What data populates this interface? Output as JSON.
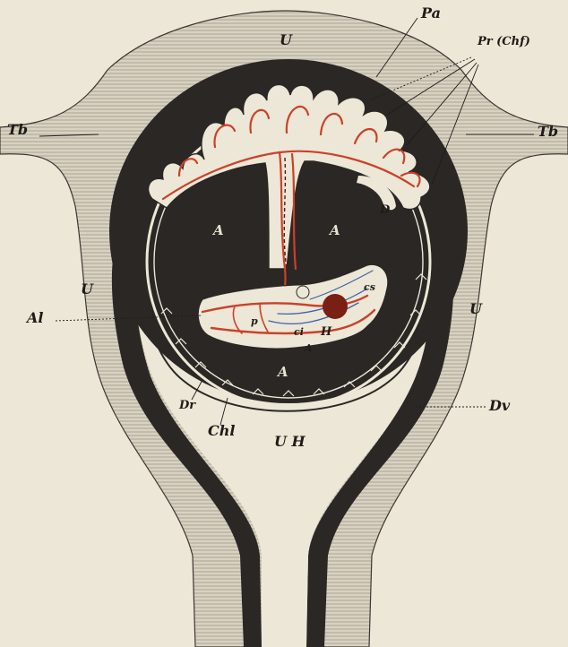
{
  "labels": {
    "Pa": "Pa",
    "PrChf": "Pr (Chf)",
    "U_top": "U",
    "Tb_left": "Tb",
    "Tb_right": "Tb",
    "U_left": "U",
    "U_right": "U",
    "A_left": "A",
    "A_right": "A",
    "A_bottom": "A",
    "A_small": "A",
    "D": "D",
    "Al": "Al",
    "p": "p",
    "H": "H",
    "ci": "ci",
    "cs": "cs",
    "Dr": "Dr",
    "Chl": "Chl",
    "UH": "U H",
    "Dv": "Dv"
  },
  "colors": {
    "paper": "#ece7d6",
    "wall": "#d6d0bf",
    "dark": "#2a2725",
    "vessel_red": "#c9422a",
    "vessel_blue": "#3f5fb0",
    "heart": "#7a1f14"
  }
}
